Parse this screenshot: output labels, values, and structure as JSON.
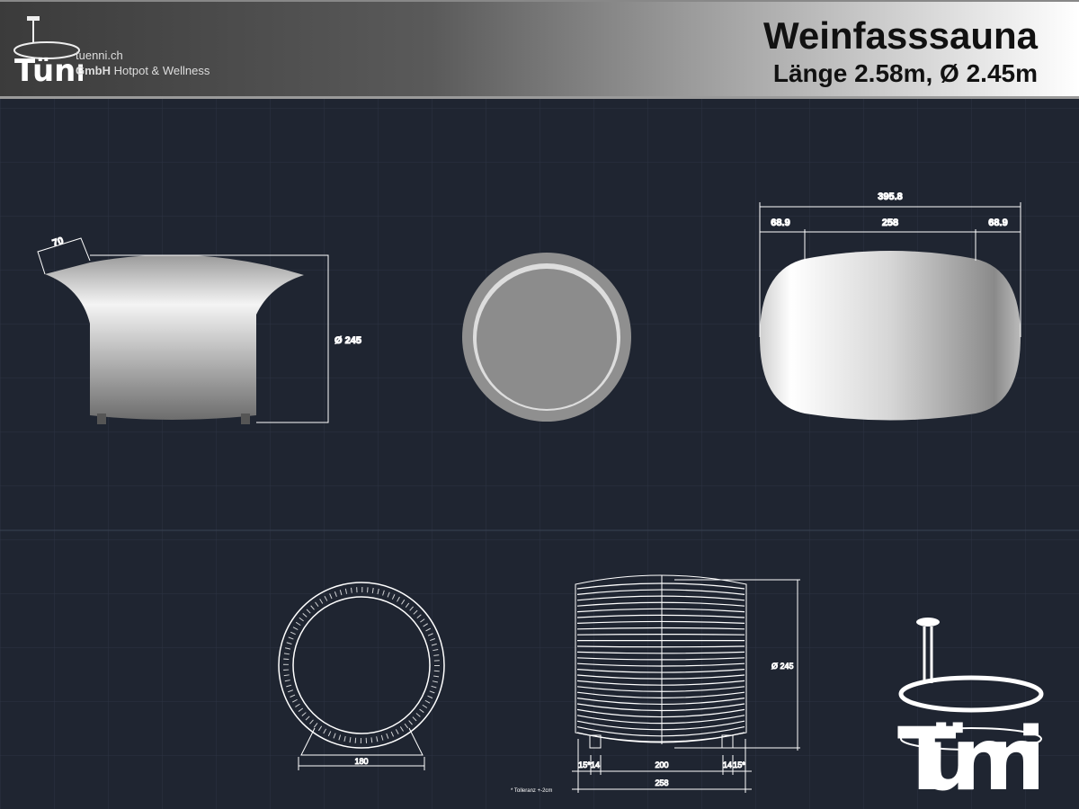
{
  "header": {
    "title": "Weinfasssauna",
    "subtitle": "Länge 2.58m, Ø 2.45m",
    "brand_logo_text": "Tünni",
    "brand_url": "tuenni.ch",
    "brand_company": "GmbH",
    "brand_tagline": "Hotpot & Wellness"
  },
  "views": {
    "side_view": {
      "depth_label": "70",
      "diameter_label": "Ø 245"
    },
    "top_view": {
      "total_label": "395.8",
      "left_label": "68.9",
      "center_label": "258",
      "right_label": "68.9"
    },
    "front_frame": {
      "stand_label": "180"
    },
    "side_frame": {
      "diameter_label": "Ø 245",
      "left_offset_label": "15*",
      "left_foot_label": "14",
      "center_label": "200",
      "right_foot_label": "14",
      "right_offset_label": "15*",
      "total_label": "258",
      "tolerance_note": "* Tolleranz +-2cm"
    }
  },
  "colors": {
    "background": "#1f2531",
    "grid": "#2c3442",
    "lines": "#ffffff"
  },
  "logo": {
    "text": "Tünni"
  }
}
